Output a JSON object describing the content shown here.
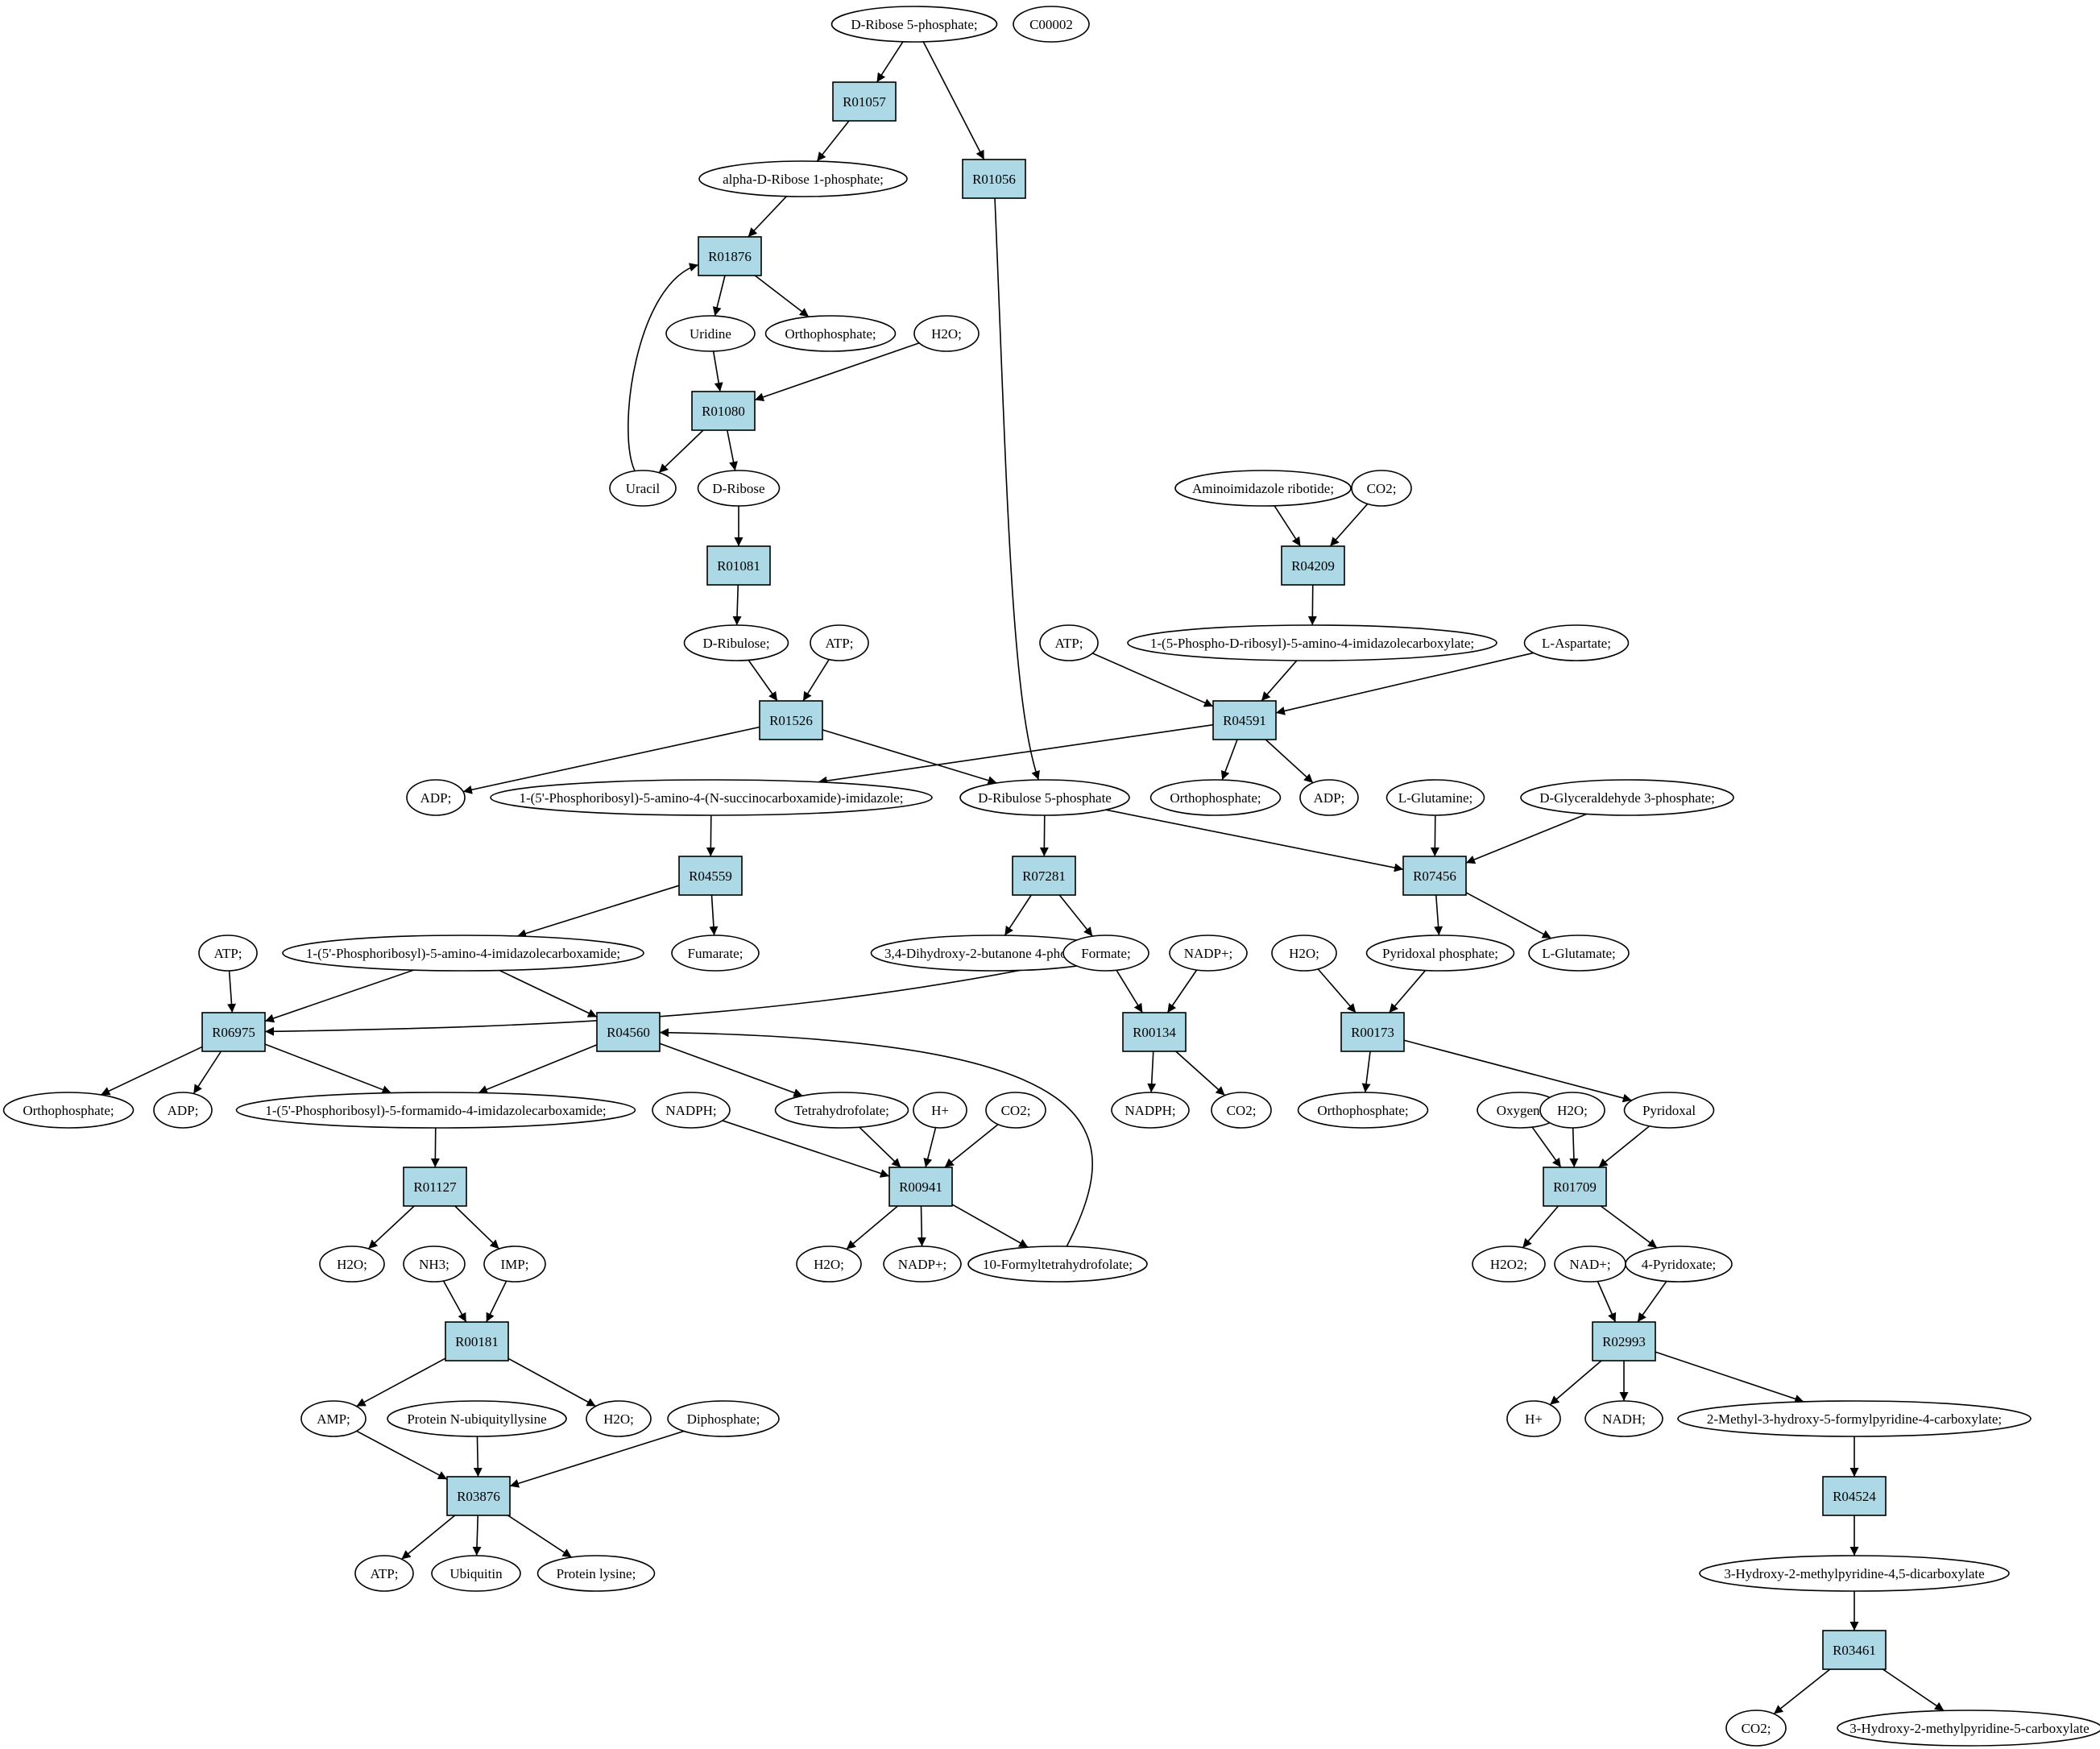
{
  "colors": {
    "reaction_fill": "#add8e6",
    "start_fill": "#00e600",
    "highlight_fill": "#ffff00",
    "metabolite_fill": "#ffffff",
    "stroke": "#000000"
  },
  "nodes": {
    "n_rib5p": {
      "label": "D-Ribose 5-phosphate;",
      "kind": "start"
    },
    "n_c00002": {
      "label": "C00002",
      "kind": "highlight"
    },
    "r01057": {
      "label": "R01057",
      "kind": "reaction"
    },
    "r01056": {
      "label": "R01056",
      "kind": "reaction"
    },
    "n_ar1p": {
      "label": "alpha-D-Ribose 1-phosphate;",
      "kind": "metabolite"
    },
    "r01876": {
      "label": "R01876",
      "kind": "reaction"
    },
    "n_uridine": {
      "label": "Uridine",
      "kind": "metabolite"
    },
    "n_pi1": {
      "label": "Orthophosphate;",
      "kind": "metabolite"
    },
    "n_h2o1": {
      "label": "H2O;",
      "kind": "metabolite"
    },
    "r01080": {
      "label": "R01080",
      "kind": "reaction"
    },
    "n_uracil": {
      "label": "Uracil",
      "kind": "metabolite"
    },
    "n_dribose": {
      "label": "D-Ribose",
      "kind": "metabolite"
    },
    "r01081": {
      "label": "R01081",
      "kind": "reaction"
    },
    "n_dribulose": {
      "label": "D-Ribulose;",
      "kind": "metabolite"
    },
    "n_atp1": {
      "label": "ATP;",
      "kind": "metabolite"
    },
    "r01526": {
      "label": "R01526",
      "kind": "reaction"
    },
    "n_air": {
      "label": "Aminoimidazole ribotide;",
      "kind": "metabolite"
    },
    "n_co2a": {
      "label": "CO2;",
      "kind": "metabolite"
    },
    "r04209": {
      "label": "R04209",
      "kind": "reaction"
    },
    "n_cair": {
      "label": "1-(5-Phospho-D-ribosyl)-5-amino-4-imidazolecarboxylate;",
      "kind": "metabolite"
    },
    "n_atp2": {
      "label": "ATP;",
      "kind": "metabolite"
    },
    "n_lasp": {
      "label": "L-Aspartate;",
      "kind": "metabolite"
    },
    "r04591": {
      "label": "R04591",
      "kind": "reaction"
    },
    "n_adp1": {
      "label": "ADP;",
      "kind": "metabolite"
    },
    "n_saicar": {
      "label": "1-(5'-Phosphoribosyl)-5-amino-4-(N-succinocarboxamide)-imidazole;",
      "kind": "metabolite"
    },
    "n_ru5p": {
      "label": "D-Ribulose 5-phosphate",
      "kind": "metabolite"
    },
    "n_pi2": {
      "label": "Orthophosphate;",
      "kind": "metabolite"
    },
    "n_adp2": {
      "label": "ADP;",
      "kind": "metabolite"
    },
    "n_lgln": {
      "label": "L-Glutamine;",
      "kind": "metabolite"
    },
    "n_g3p": {
      "label": "D-Glyceraldehyde 3-phosphate;",
      "kind": "metabolite"
    },
    "r04559": {
      "label": "R04559",
      "kind": "reaction"
    },
    "r07281": {
      "label": "R07281",
      "kind": "reaction"
    },
    "r07456": {
      "label": "R07456",
      "kind": "reaction"
    },
    "n_atp3": {
      "label": "ATP;",
      "kind": "metabolite"
    },
    "n_aicar": {
      "label": "1-(5'-Phosphoribosyl)-5-amino-4-imidazolecarboxamide;",
      "kind": "metabolite"
    },
    "n_fum": {
      "label": "Fumarate;",
      "kind": "metabolite"
    },
    "n_dhbp": {
      "label": "3,4-Dihydroxy-2-butanone 4-phosphate",
      "kind": "metabolite"
    },
    "n_formate": {
      "label": "Formate;",
      "kind": "metabolite"
    },
    "n_nadp1": {
      "label": "NADP+;",
      "kind": "metabolite"
    },
    "n_h2o2": {
      "label": "H2O;",
      "kind": "metabolite"
    },
    "n_plp": {
      "label": "Pyridoxal phosphate;",
      "kind": "metabolite"
    },
    "n_lglu": {
      "label": "L-Glutamate;",
      "kind": "metabolite"
    },
    "r06975": {
      "label": "R06975",
      "kind": "reaction"
    },
    "r04560": {
      "label": "R04560",
      "kind": "reaction"
    },
    "r00134": {
      "label": "R00134",
      "kind": "reaction"
    },
    "r00173": {
      "label": "R00173",
      "kind": "reaction"
    },
    "n_pi3": {
      "label": "Orthophosphate;",
      "kind": "metabolite"
    },
    "n_adp3": {
      "label": "ADP;",
      "kind": "metabolite"
    },
    "n_faicar": {
      "label": "1-(5'-Phosphoribosyl)-5-formamido-4-imidazolecarboxamide;",
      "kind": "metabolite"
    },
    "n_nadph1": {
      "label": "NADPH;",
      "kind": "metabolite"
    },
    "n_thf": {
      "label": "Tetrahydrofolate;",
      "kind": "metabolite"
    },
    "n_hplus1": {
      "label": "H+",
      "kind": "metabolite"
    },
    "n_co2b": {
      "label": "CO2;",
      "kind": "metabolite"
    },
    "n_nadph2": {
      "label": "NADPH;",
      "kind": "metabolite"
    },
    "n_co2c": {
      "label": "CO2;",
      "kind": "metabolite"
    },
    "n_pi4": {
      "label": "Orthophosphate;",
      "kind": "metabolite"
    },
    "n_oxygen": {
      "label": "Oxygen;",
      "kind": "metabolite"
    },
    "n_h2o3": {
      "label": "H2O;",
      "kind": "metabolite"
    },
    "n_pyridoxal": {
      "label": "Pyridoxal",
      "kind": "metabolite"
    },
    "r01127": {
      "label": "R01127",
      "kind": "reaction"
    },
    "r00941": {
      "label": "R00941",
      "kind": "reaction"
    },
    "r01709": {
      "label": "R01709",
      "kind": "reaction"
    },
    "n_h2o4": {
      "label": "H2O;",
      "kind": "metabolite"
    },
    "n_nh3": {
      "label": "NH3;",
      "kind": "metabolite"
    },
    "n_imp": {
      "label": "IMP;",
      "kind": "metabolite"
    },
    "n_h2o5": {
      "label": "H2O;",
      "kind": "metabolite"
    },
    "n_nadp2": {
      "label": "NADP+;",
      "kind": "metabolite"
    },
    "n_fthf": {
      "label": "10-Formyltetrahydrofolate;",
      "kind": "metabolite"
    },
    "n_h2o2b": {
      "label": "H2O2;",
      "kind": "metabolite"
    },
    "n_nad": {
      "label": "NAD+;",
      "kind": "metabolite"
    },
    "n_4pyr": {
      "label": "4-Pyridoxate;",
      "kind": "metabolite"
    },
    "r00181": {
      "label": "R00181",
      "kind": "reaction"
    },
    "r02993": {
      "label": "R02993",
      "kind": "reaction"
    },
    "n_amp": {
      "label": "AMP;",
      "kind": "metabolite"
    },
    "n_pnul": {
      "label": "Protein N-ubiquityllysine",
      "kind": "metabolite"
    },
    "n_h2o6": {
      "label": "H2O;",
      "kind": "metabolite"
    },
    "n_ppi": {
      "label": "Diphosphate;",
      "kind": "metabolite"
    },
    "n_hplus2": {
      "label": "H+",
      "kind": "metabolite"
    },
    "n_nadh": {
      "label": "NADH;",
      "kind": "metabolite"
    },
    "n_mhfpc": {
      "label": "2-Methyl-3-hydroxy-5-formylpyridine-4-carboxylate;",
      "kind": "metabolite"
    },
    "r03876": {
      "label": "R03876",
      "kind": "reaction"
    },
    "r04524": {
      "label": "R04524",
      "kind": "reaction"
    },
    "n_atp4": {
      "label": "ATP;",
      "kind": "metabolite"
    },
    "n_ubiq": {
      "label": "Ubiquitin",
      "kind": "metabolite"
    },
    "n_plys": {
      "label": "Protein lysine;",
      "kind": "metabolite"
    },
    "n_hmpdc": {
      "label": "3-Hydroxy-2-methylpyridine-4,5-dicarboxylate",
      "kind": "metabolite"
    },
    "r03461": {
      "label": "R03461",
      "kind": "reaction"
    },
    "n_co2d": {
      "label": "CO2;",
      "kind": "metabolite"
    },
    "n_hmpc": {
      "label": "3-Hydroxy-2-methylpyridine-5-carboxylate",
      "kind": "metabolite"
    }
  },
  "edges": [
    [
      "n_rib5p",
      "r01057"
    ],
    [
      "n_rib5p",
      "r01056"
    ],
    [
      "r01057",
      "n_ar1p"
    ],
    [
      "n_ar1p",
      "r01876"
    ],
    [
      "r01876",
      "n_uridine"
    ],
    [
      "r01876",
      "n_pi1"
    ],
    [
      "n_uridine",
      "r01080"
    ],
    [
      "n_h2o1",
      "r01080"
    ],
    [
      "r01080",
      "n_uracil"
    ],
    [
      "r01080",
      "n_dribose"
    ],
    [
      "n_uracil",
      "r01876"
    ],
    [
      "n_dribose",
      "r01081"
    ],
    [
      "r01081",
      "n_dribulose"
    ],
    [
      "n_dribulose",
      "r01526"
    ],
    [
      "n_atp1",
      "r01526"
    ],
    [
      "r01526",
      "n_adp1"
    ],
    [
      "r01526",
      "n_ru5p"
    ],
    [
      "r01056",
      "n_ru5p"
    ],
    [
      "n_air",
      "r04209"
    ],
    [
      "n_co2a",
      "r04209"
    ],
    [
      "r04209",
      "n_cair"
    ],
    [
      "n_cair",
      "r04591"
    ],
    [
      "n_atp2",
      "r04591"
    ],
    [
      "n_lasp",
      "r04591"
    ],
    [
      "r04591",
      "n_pi2"
    ],
    [
      "r04591",
      "n_adp2"
    ],
    [
      "r04591",
      "n_saicar"
    ],
    [
      "n_saicar",
      "r04559"
    ],
    [
      "r04559",
      "n_aicar"
    ],
    [
      "r04559",
      "n_fum"
    ],
    [
      "n_ru5p",
      "r07281"
    ],
    [
      "n_ru5p",
      "r07456"
    ],
    [
      "r07281",
      "n_dhbp"
    ],
    [
      "r07281",
      "n_formate"
    ],
    [
      "n_lgln",
      "r07456"
    ],
    [
      "n_g3p",
      "r07456"
    ],
    [
      "r07456",
      "n_plp"
    ],
    [
      "r07456",
      "n_lglu"
    ],
    [
      "n_atp3",
      "r06975"
    ],
    [
      "n_aicar",
      "r06975"
    ],
    [
      "n_aicar",
      "r04560"
    ],
    [
      "n_formate",
      "r06975"
    ],
    [
      "n_formate",
      "r00134"
    ],
    [
      "n_nadp1",
      "r00134"
    ],
    [
      "r06975",
      "n_pi3"
    ],
    [
      "r06975",
      "n_adp3"
    ],
    [
      "r06975",
      "n_faicar"
    ],
    [
      "r04560",
      "n_faicar"
    ],
    [
      "r04560",
      "n_thf"
    ],
    [
      "n_fthf",
      "r04560"
    ],
    [
      "r00134",
      "n_nadph2"
    ],
    [
      "r00134",
      "n_co2c"
    ],
    [
      "n_h2o2",
      "r00173"
    ],
    [
      "n_plp",
      "r00173"
    ],
    [
      "r00173",
      "n_pi4"
    ],
    [
      "r00173",
      "n_pyridoxal"
    ],
    [
      "n_faicar",
      "r01127"
    ],
    [
      "n_nadph1",
      "r00941"
    ],
    [
      "n_thf",
      "r00941"
    ],
    [
      "n_hplus1",
      "r00941"
    ],
    [
      "n_co2b",
      "r00941"
    ],
    [
      "r00941",
      "n_h2o5"
    ],
    [
      "r00941",
      "n_nadp2"
    ],
    [
      "r00941",
      "n_fthf"
    ],
    [
      "n_oxygen",
      "r01709"
    ],
    [
      "n_h2o3",
      "r01709"
    ],
    [
      "n_pyridoxal",
      "r01709"
    ],
    [
      "r01709",
      "n_h2o2b"
    ],
    [
      "r01709",
      "n_4pyr"
    ],
    [
      "r01127",
      "n_h2o4"
    ],
    [
      "r01127",
      "n_imp"
    ],
    [
      "n_nh3",
      "r00181"
    ],
    [
      "n_imp",
      "r00181"
    ],
    [
      "n_nad",
      "r02993"
    ],
    [
      "n_4pyr",
      "r02993"
    ],
    [
      "r00181",
      "n_amp"
    ],
    [
      "r00181",
      "n_h2o6"
    ],
    [
      "r02993",
      "n_hplus2"
    ],
    [
      "r02993",
      "n_nadh"
    ],
    [
      "r02993",
      "n_mhfpc"
    ],
    [
      "n_amp",
      "r03876"
    ],
    [
      "n_pnul",
      "r03876"
    ],
    [
      "n_ppi",
      "r03876"
    ],
    [
      "r03876",
      "n_atp4"
    ],
    [
      "r03876",
      "n_ubiq"
    ],
    [
      "r03876",
      "n_plys"
    ],
    [
      "n_mhfpc",
      "r04524"
    ],
    [
      "r04524",
      "n_hmpdc"
    ],
    [
      "n_hmpdc",
      "r03461"
    ],
    [
      "r03461",
      "n_co2d"
    ],
    [
      "r03461",
      "n_hmpc"
    ]
  ]
}
